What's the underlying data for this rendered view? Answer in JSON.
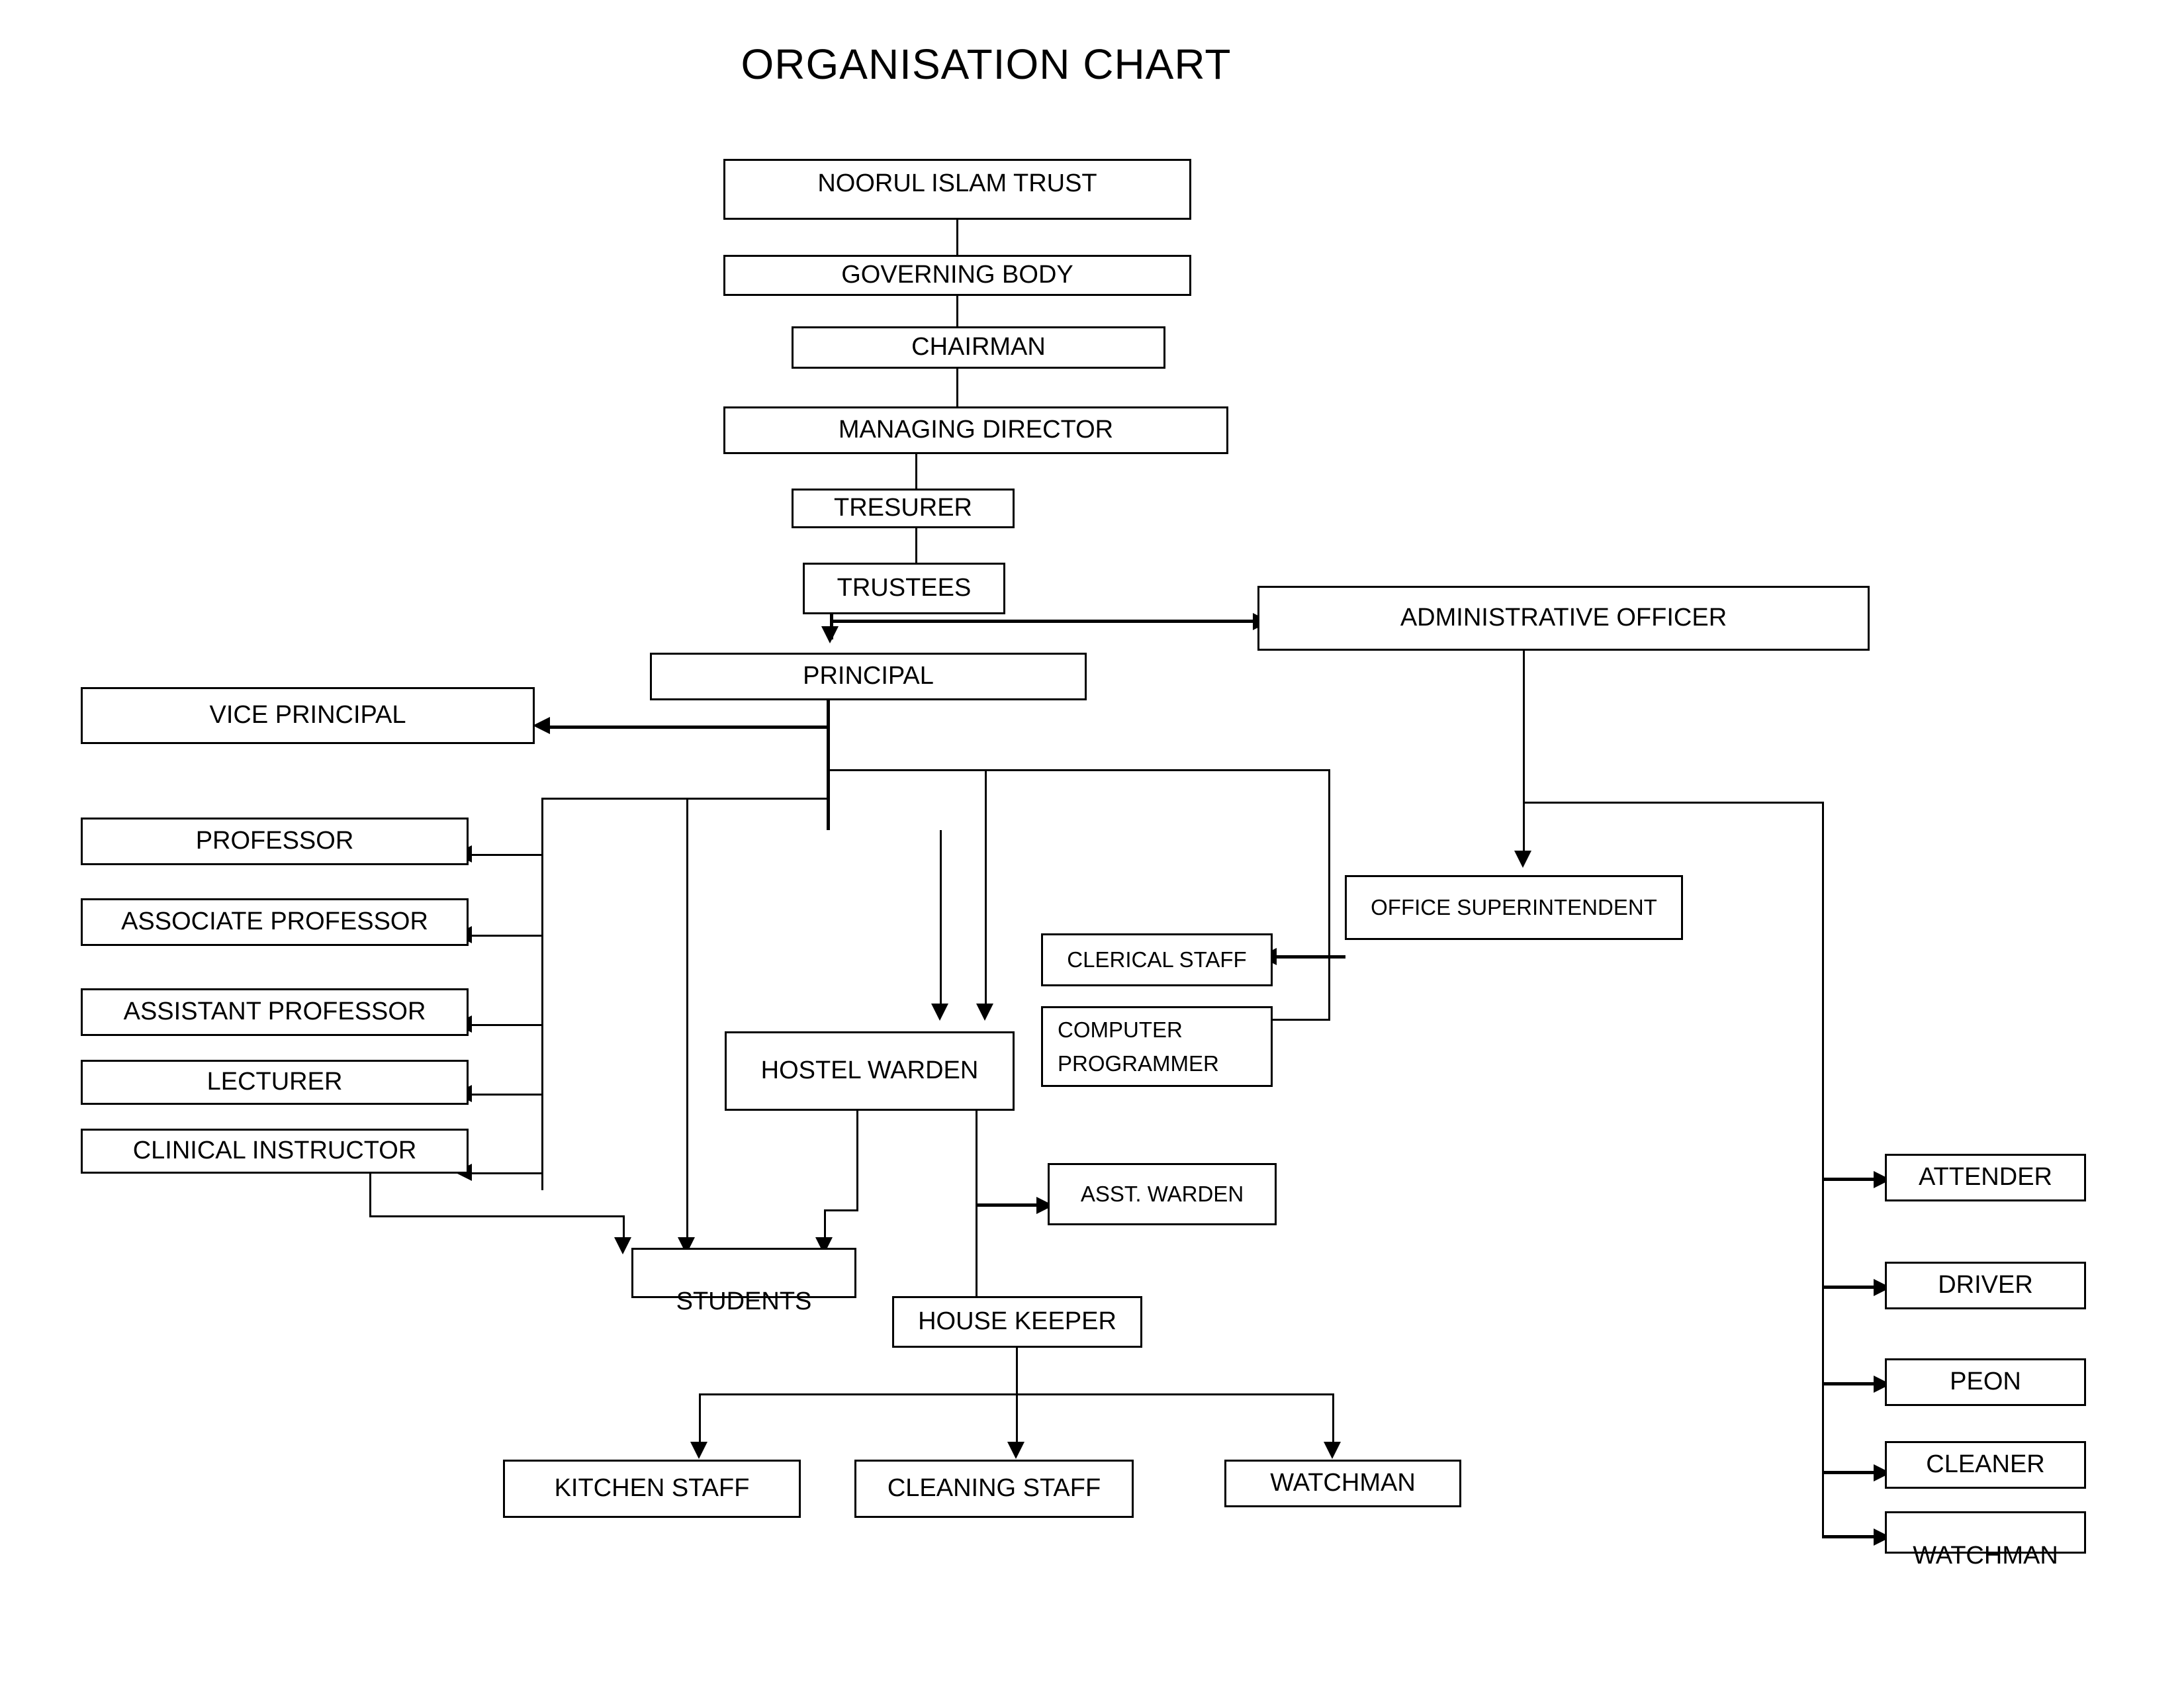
{
  "chart": {
    "title": "ORGANISATION CHART",
    "type": "org-chart",
    "nodes": {
      "trust": "NOORUL  ISLAM  TRUST",
      "governing_body": "GOVERNING BODY",
      "chairman": "CHAIRMAN",
      "managing_director": "MANAGING DIRECTOR",
      "tresurer": "TRESURER",
      "trustees": "TRUSTEES",
      "principal": "PRINCIPAL",
      "administrative_officer": "ADMINISTRATIVE OFFICER",
      "vice_principal": "VICE PRINCIPAL",
      "professor": "PROFESSOR",
      "associate_professor": "ASSOCIATE PROFESSOR",
      "assistant_professor": "ASSISTANT PROFESSOR",
      "lecturer": "LECTURER",
      "clinical_instructor": "CLINICAL INSTRUCTOR",
      "office_superintendent": "OFFICE SUPERINTENDENT",
      "clerical_staff": "CLERICAL STAFF",
      "computer_programmer": "COMPUTER\nPROGRAMMER",
      "hostel_warden": "HOSTEL WARDEN",
      "asst_warden": "ASST. WARDEN",
      "students": "STUDENTS",
      "house_keeper": "HOUSE KEEPER",
      "kitchen_staff": "KITCHEN STAFF",
      "cleaning_staff": "CLEANING STAFF",
      "watchman_hostel": "WATCHMAN",
      "attender": "ATTENDER",
      "driver": "DRIVER",
      "peon": "PEON",
      "cleaner": "CLEANER",
      "watchman_admin": "WATCHMAN"
    },
    "edges": [
      {
        "from": "trust",
        "to": "governing_body"
      },
      {
        "from": "governing_body",
        "to": "chairman"
      },
      {
        "from": "chairman",
        "to": "managing_director"
      },
      {
        "from": "managing_director",
        "to": "tresurer"
      },
      {
        "from": "tresurer",
        "to": "trustees"
      },
      {
        "from": "trustees",
        "to": "principal"
      },
      {
        "from": "trustees",
        "to": "administrative_officer"
      },
      {
        "from": "principal",
        "to": "vice_principal"
      },
      {
        "from": "principal",
        "to": "professor"
      },
      {
        "from": "principal",
        "to": "associate_professor"
      },
      {
        "from": "principal",
        "to": "assistant_professor"
      },
      {
        "from": "principal",
        "to": "lecturer"
      },
      {
        "from": "principal",
        "to": "clinical_instructor"
      },
      {
        "from": "principal",
        "to": "students"
      },
      {
        "from": "principal",
        "to": "hostel_warden"
      },
      {
        "from": "principal",
        "to": "clerical_staff"
      },
      {
        "from": "principal",
        "to": "computer_programmer"
      },
      {
        "from": "administrative_officer",
        "to": "office_superintendent"
      },
      {
        "from": "administrative_officer",
        "to": "attender"
      },
      {
        "from": "administrative_officer",
        "to": "driver"
      },
      {
        "from": "administrative_officer",
        "to": "peon"
      },
      {
        "from": "administrative_officer",
        "to": "cleaner"
      },
      {
        "from": "administrative_officer",
        "to": "watchman_admin"
      },
      {
        "from": "office_superintendent",
        "to": "clerical_staff"
      },
      {
        "from": "clinical_instructor",
        "to": "students"
      },
      {
        "from": "hostel_warden",
        "to": "students"
      },
      {
        "from": "hostel_warden",
        "to": "asst_warden"
      },
      {
        "from": "hostel_warden",
        "to": "house_keeper"
      },
      {
        "from": "house_keeper",
        "to": "kitchen_staff"
      },
      {
        "from": "house_keeper",
        "to": "cleaning_staff"
      },
      {
        "from": "house_keeper",
        "to": "watchman_hostel"
      }
    ],
    "colors": {
      "background": "#ffffff",
      "line": "#000000",
      "text": "#000000",
      "box_fill": "#ffffff"
    }
  }
}
